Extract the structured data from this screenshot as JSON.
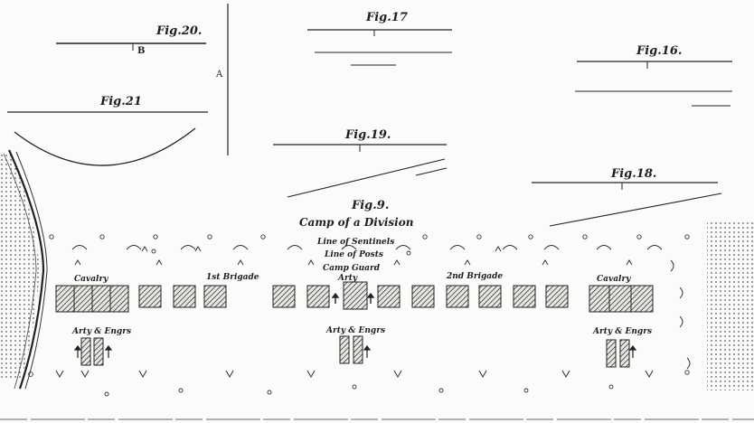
{
  "figures": {
    "fig20": "Fig.20.",
    "fig17": "Fig.17",
    "fig16": "Fig.16.",
    "fig21": "Fig.21",
    "fig19": "Fig.19.",
    "fig18": "Fig.18.",
    "fig9": "Fig.9."
  },
  "fig20_marker": "B",
  "side_marker": "A",
  "camp": {
    "title": "Camp of a Division",
    "line_sentinels": "Line of Sentinels",
    "line_posts": "Line of Posts",
    "camp_guard": "Camp Guard",
    "cavalry_left": "Cavalry",
    "first_brigade": "1st Brigade",
    "artillery": "Arty",
    "second_brigade": "2nd Brigade",
    "cavalry_right": "Cavalry",
    "arty_engrs_left": "Arty & Engrs",
    "arty_engrs_center": "Arty & Engrs",
    "arty_engrs_right": "Arty & Engrs"
  },
  "colors": {
    "ink": "#1e1e1e",
    "paper": "#fbfbf9"
  }
}
